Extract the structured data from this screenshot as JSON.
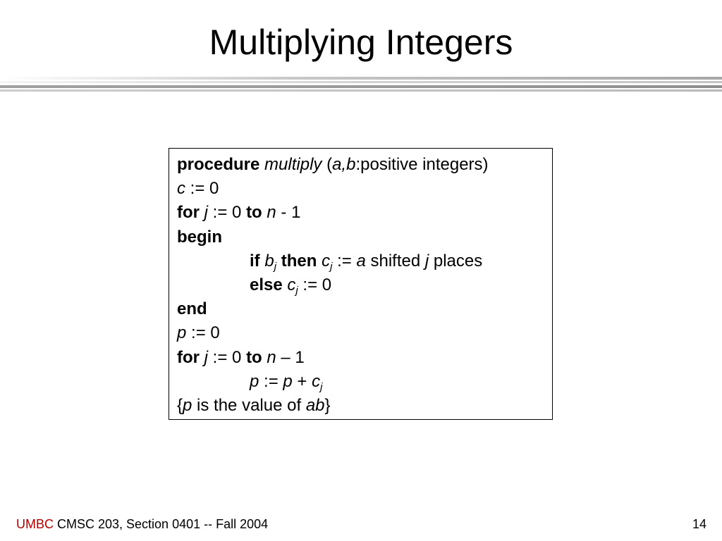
{
  "title": "Multiplying Integers",
  "algorithm": {
    "kw_procedure": "procedure",
    "proc_name": "multiply",
    "paren_open": " (",
    "param_vars": "a,b",
    "param_type": ":positive integers)",
    "c": "c",
    "assign_zero": " := 0",
    "kw_for": "for",
    "j": "j",
    "kw_to": "to",
    "n": "n",
    "minus_one_hyphen": " - 1",
    "minus_one_dash": " – 1",
    "kw_begin": "begin",
    "kw_if": "if",
    "b": "b",
    "kw_then": "then",
    "assign": " := ",
    "a": "a",
    "shifted": " shifted ",
    "places": " places",
    "kw_else": "else",
    "kw_end": "end",
    "p": "p",
    "plus": " + ",
    "brace_open": "{",
    "is_value_of": " is the value of ",
    "ab": "ab",
    "brace_close": "}"
  },
  "footer": {
    "brand": "UMBC",
    "course": " CMSC 203, Section 0401 -- Fall 2004",
    "page_number": "14"
  }
}
